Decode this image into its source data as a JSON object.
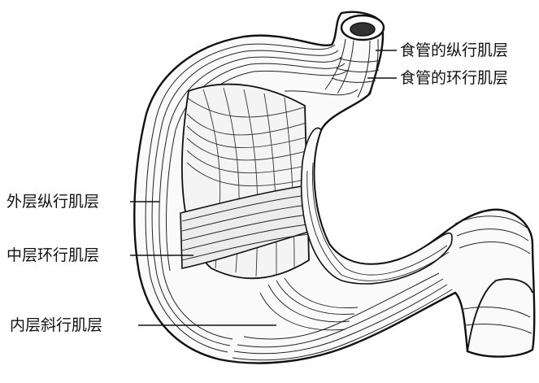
{
  "labels": {
    "esophagus_longitudinal": "食管的纵行肌层",
    "esophagus_circular": "食管的环行肌层",
    "outer_longitudinal": "外层纵行肌层",
    "middle_circular": "中层环行肌层",
    "inner_oblique": "内层斜行肌层"
  }
}
